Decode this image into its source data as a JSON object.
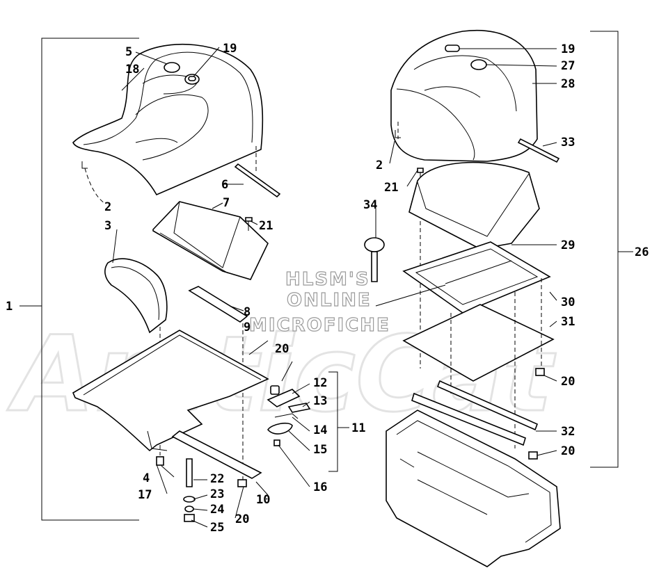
{
  "watermark": {
    "line1": "HLSM'S",
    "line2": "ONLINE",
    "line3": "MICROFICHE",
    "logo": "ArcticCat"
  },
  "callouts": {
    "c1": "1",
    "c2a": "2",
    "c3": "3",
    "c4": "4",
    "c5": "5",
    "c6": "6",
    "c7": "7",
    "c8": "8",
    "c9": "9",
    "c10": "10",
    "c11": "11",
    "c12": "12",
    "c13": "13",
    "c14": "14",
    "c15": "15",
    "c16": "16",
    "c17": "17",
    "c18": "18",
    "c19a": "19",
    "c20a": "20",
    "c20b": "20",
    "c21a": "21",
    "c22": "22",
    "c23": "23",
    "c24": "24",
    "c25": "25",
    "c19b": "19",
    "c27": "27",
    "c28": "28",
    "c33": "33",
    "c2b": "2",
    "c21b": "21",
    "c34": "34",
    "c29": "29",
    "c26": "26",
    "c30": "30",
    "c31": "31",
    "c20c": "20",
    "c32": "32",
    "c20d": "20"
  }
}
